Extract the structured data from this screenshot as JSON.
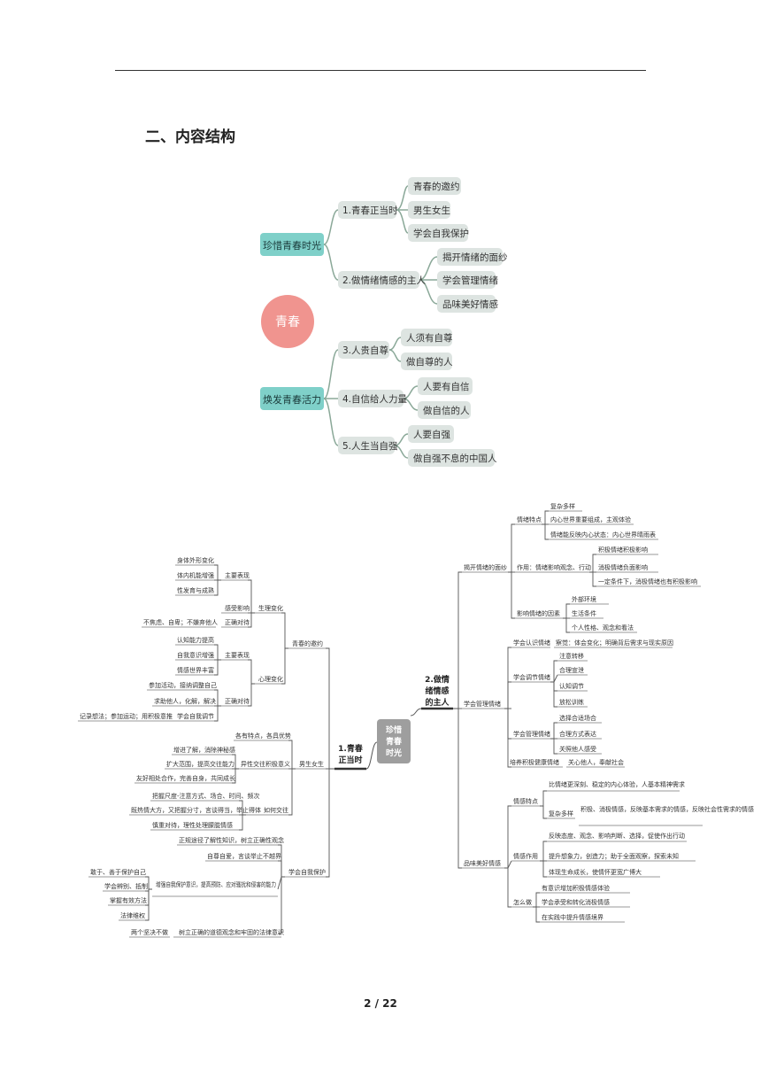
{
  "page": {
    "title": "二、内容结构",
    "page_number": "2 / 22"
  },
  "map1": {
    "center": "青春",
    "branches": [
      {
        "label": "珍惜青春时光",
        "children": [
          {
            "label": "1.青春正当时",
            "leaves": [
              "青春的邀约",
              "男生女生",
              "学会自我保护"
            ]
          },
          {
            "label": "2.做情绪情感的主人",
            "leaves": [
              "揭开情绪的面纱",
              "学会管理情绪",
              "品味美好情感"
            ]
          }
        ]
      },
      {
        "label": "焕发青春活力",
        "children": [
          {
            "label": "3.人贵自尊",
            "leaves": [
              "人须有自尊",
              "做自尊的人"
            ]
          },
          {
            "label": "4.自信给人力量",
            "leaves": [
              "人要有自信",
              "做自信的人"
            ]
          },
          {
            "label": "5.人生当自强",
            "leaves": [
              "人要自强",
              "做自强不息的中国人"
            ]
          }
        ]
      }
    ]
  },
  "map2": {
    "center": [
      "珍惜",
      "青春",
      "时光"
    ],
    "left_main": [
      "1.青春",
      "正当时"
    ],
    "right_main": [
      "2.做情",
      "绪情感",
      "的主人"
    ],
    "left_labels": {
      "qcdyy": "青春的邀约",
      "slbh": "生理变化",
      "slzybx": "主要表现",
      "stwx": "身体外形变化",
      "tnjn": "体内机能增强",
      "xfy": "性发育与成熟",
      "gsyx": "感受影响",
      "zqdd1": "正确对待",
      "bjl": "不焦虑、自卑；不嫌弃他人",
      "xlbh": "心理变化",
      "xlzybx": "主要表现",
      "rznl": "认知能力提高",
      "zwys": "自我意识增强",
      "qgsj": "情感世界丰富",
      "zqdd2": "正确对待",
      "cjhd": "参加活动，接纳调整自己",
      "qzta": "求助他人，化解，解决",
      "jlxf": "记录想法；参加运动；用积极意推",
      "xhzwtj": "学会自我调节",
      "nsns": "男生女生",
      "gyts": "各有特点，各具优势",
      "yxjw": "异性交往积极意义",
      "zjlj": "增进了解，消除神秘感",
      "kdfw": "扩大范围，提高交往能力",
      "yhxs": "友好相处合作，完善自身，共同成长",
      "rhjw": "如何交往",
      "bwcd": "把握尺度-注意方式、场合、时间、频次",
      "jrqdf": "既热情大方，又把握分寸，言谈得当，举止得体",
      "szdd": "慎重对待，理性处理朦胧情感",
      "xhzwbh": "学会自我保护",
      "zgtj": "正规途径了解性知识，树立正确性观念",
      "zwzz": "自尊自爱，言谈举止不越界",
      "zqzw": "增强自我保护意识，提高预防、应对骚扰和侵害的能力",
      "gy": "敢于、善于保护自己",
      "xhbb": "学会辨别、抵制",
      "zwyx": "掌握有效方法",
      "flwq": "法律维权",
      "lgjj": "两个坚决不做",
      "slzq": "树立正确的道德观念和牢固的法律意识"
    },
    "right_labels": {
      "jkqx": "揭开情绪的面纱",
      "qxtd": "情绪特点",
      "fzdy": "复杂多样",
      "nxsj": "内心世界重要组成，主观体验",
      "qxnfy": "情绪能反映内心状态：内心世界晴雨表",
      "zy": "作用：情绪影响观念、行动",
      "jjqx": "积极情绪积极影响",
      "xjqx": "消极情绪负面影响",
      "ydtj": "一定条件下，消极情绪也有积极影响",
      "yxqx": "影响情绪的因素",
      "wbhj": "外部环境",
      "shtj": "生活条件",
      "grxg": "个人性格、观念和看法",
      "xhglqx": "学会管理情绪",
      "xhrs": "学会认识情绪",
      "cj": "察觉：体会变化；明确背后需求与现实原因",
      "xhtjqx": "学会调节情绪",
      "zyzy": "注意转移",
      "hlxx": "合理宣泄",
      "rztj": "认知调节",
      "fsxl": "放松训练",
      "xhglqx2": "学会管理情绪",
      "xzhs": "选择合适场合",
      "hlfs": "合理方式表达",
      "gzta": "关照他人感受",
      "pyjj": "培养积极健康情绪",
      "gxta": "关心他人，奉献社会",
      "pwmh": "品味美好情感",
      "qgtd": "情感特点",
      "bqxs": "比情绪更深刻、稳定的内心体验，人基本精神需求",
      "fzdy2": "复杂多样",
      "jjxj": "积极、消极情感，反映基本需求的情感，反映社会性需求的情感",
      "qgzy": "情感作用",
      "fytd": "反映态度、观念、影响判断、选择，促使作出行动",
      "tsxx": "提升想象力，创造力；助于全面观察，探索未知",
      "txsm": "体现生命成长，使情怀更宽广博大",
      "zmz": "怎么做",
      "yyssj": "有意识增加积极情感体验",
      "xhcs": "学会承受和转化消极情感",
      "zsjz": "在实践中提升情感境界"
    }
  }
}
